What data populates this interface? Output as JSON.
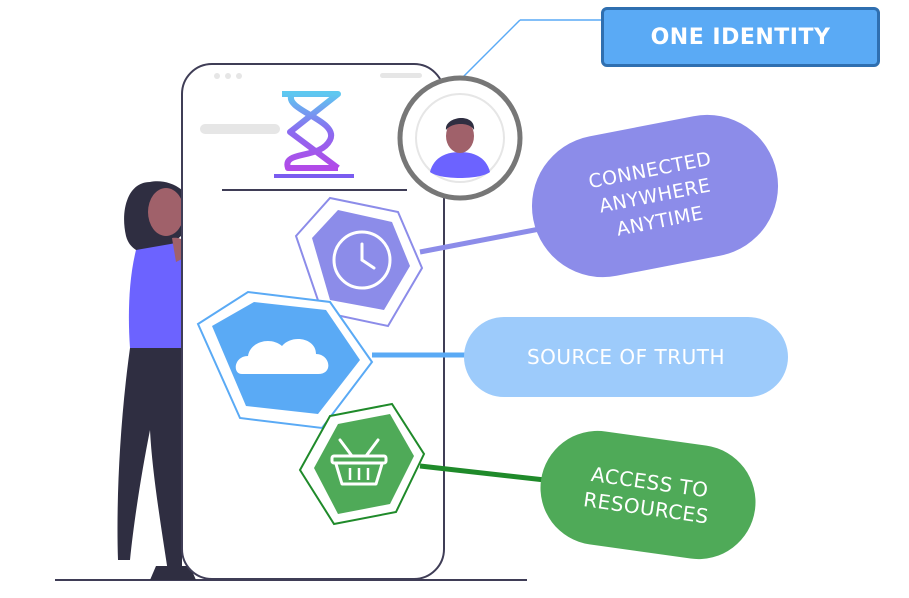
{
  "labels": {
    "one_identity": "ONE IDENTITY",
    "connected_line1": "CONNECTED",
    "connected_line2": "ANYWHERE",
    "connected_line3": "ANYTIME",
    "source_of_truth": "SOURCE OF TRUTH",
    "access_line1": "ACCESS TO",
    "access_line2": "RESOURCES"
  },
  "icons": {
    "logo": "s-shaped-ribbon-logo",
    "avatar": "user-avatar-icon",
    "clock": "clock-icon",
    "cloud": "cloud-icon",
    "basket": "basket-icon"
  },
  "colors": {
    "blue_label": "#5aaaf5",
    "purple_label": "#8c8ce9",
    "light_blue_label": "#9dcbfb",
    "green_label": "#4faa58",
    "purple_hex": "#8c8ce9",
    "blue_hex": "#5aaaf5",
    "green_hex": "#4faa58"
  }
}
